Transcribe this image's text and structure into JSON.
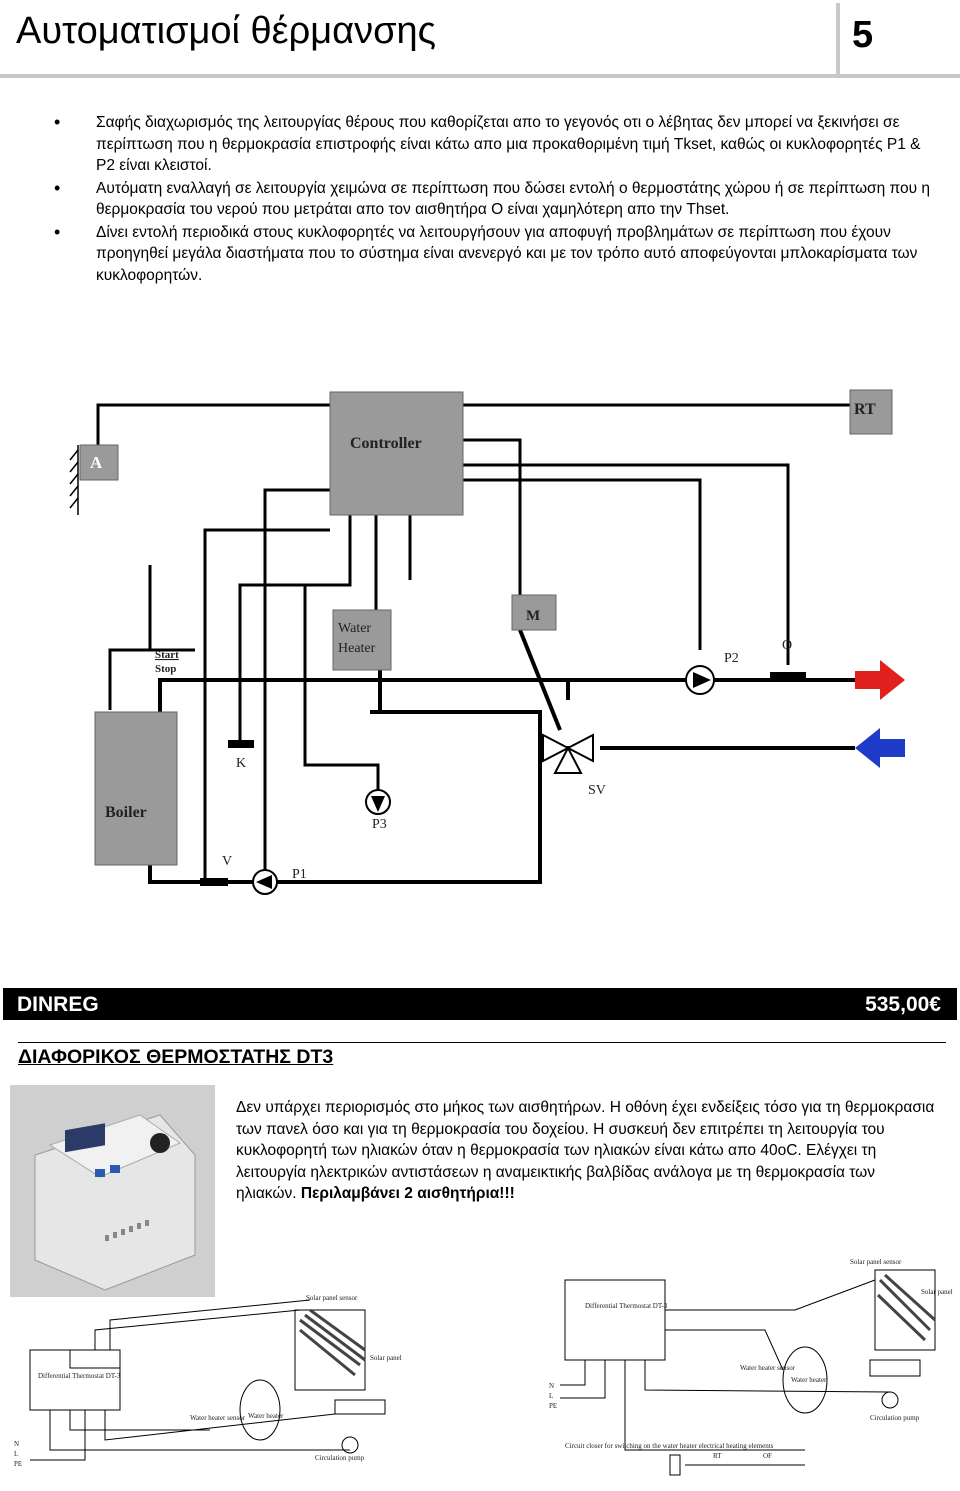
{
  "header": {
    "title": "Αυτοματισμοί θέρμανσης",
    "page_number": "5"
  },
  "bullets": [
    "Σαφής διαχωρισμός της λειτουργίας θέρους που καθορίζεται απο το γεγονός οτι ο λέβητας δεν μπορεί να ξεκινήσει σε περίπτωση που η θερμοκρασία επιστροφής είναι κάτω απο μια προκαθοριμένη τιμή Tkset, καθώς οι κυκλοφορητές P1 & P2 είναι κλειστοί.",
    "Αυτόματη εναλλαγή σε λειτουργία χειμώνα σε περίπτωση που δώσει εντολή ο θερμοστάτης χώρου ή σε περίπτωση που η θερμοκρασία του νερού που μετράται απο τον αισθητήρα O είναι χαμηλότερη απο την Thset.",
    "Δίνει εντολή περιοδικά στους κυκλοφορητές να λειτουργήσουν για αποφυγή προβλημάτων σε περίπτωση που έχουν προηγηθεί μεγάλα διαστήματα που το σύστημα είναι ανενεργό και με τον τρόπο αυτό αποφεύγονται μπλοκαρίσματα των κυκλοφορητών."
  ],
  "diagram": {
    "controller": "Controller",
    "rt": "RT",
    "a": "A",
    "m": "M",
    "water_heater_line1": "Water",
    "water_heater_line2": "Heater",
    "start": "Start",
    "stop": "Stop",
    "boiler": "Boiler",
    "k": "K",
    "v": "V",
    "p1": "P1",
    "p2": "P2",
    "p3": "P3",
    "o": "O",
    "sv": "SV"
  },
  "product": {
    "name": "DINREG",
    "price": "535,00€",
    "title": "ΔΙΑΦΟΡΙΚΟΣ ΘΕΡΜΟΣΤΑΤΗΣ DT3",
    "description": "Δεν υπάρχει περιορισμός στο μήκος των αισθητήρων. Η οθόνη έχει ενδείξεις τόσο για τη θερμοκρασια των πανελ όσο και για τη θερμοκρασία του δοχείου. Η συσκευή δεν επιτρέπει τη λειτουργία του κυκλοφορητή των ηλιακών όταν η θερμοκρασία των ηλιακών είναι κάτω απο 40oC. Ελέγχει τη λειτουργία ηλεκτρικών αντιστάσεων η αναμεικτικής βαλβίδας ανάλογα με τη θερμοκρασία των ηλιακών.",
    "description_bold": "Περιλαμβάνει 2 αισθητήρια!!!"
  },
  "wiring_left": {
    "thermostat": "Differential Thermostat DT-3",
    "solar_panel_sensor": "Solar panel sensor",
    "solar_panel": "Solar panel",
    "water_heater_sensor": "Water heater sensor",
    "water_heater": "Water heater",
    "circulation_pump": "Circulation pump",
    "n": "N",
    "l": "L",
    "pe": "PE"
  },
  "wiring_right": {
    "thermostat": "Differential Thermostat DT-3",
    "solar_panel_sensor": "Solar panel sensor",
    "solar_panel": "Solar panel",
    "water_heater_sensor": "Water heater sensor",
    "water_heater": "Water heater",
    "circulation_pump": "Circulation pump",
    "circuit_closer": "Circuit closer for switching on the water heater electrical heating elements",
    "rt": "RT",
    "of": "OF",
    "n": "N",
    "l": "L",
    "pe": "PE"
  },
  "colors": {
    "red_arrow": "#e0201c",
    "blue_arrow": "#1e3cc8",
    "box_gray": "#9a9a9a",
    "header_rule": "#c8c8c8"
  }
}
